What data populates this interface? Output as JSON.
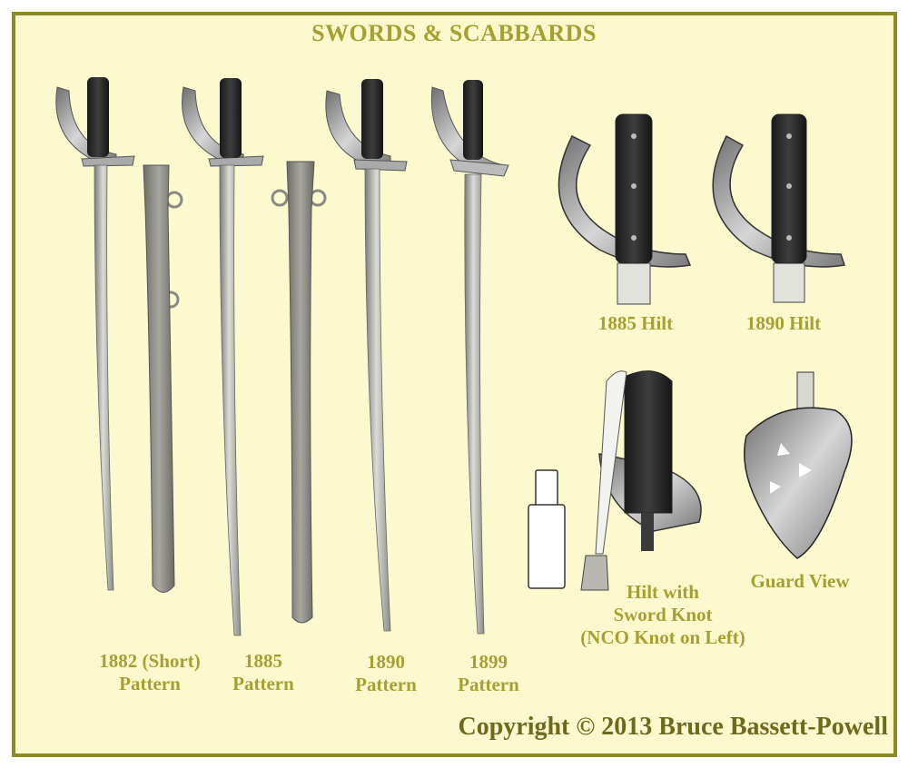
{
  "title": "SWORDS & SCABBARDS",
  "swords": [
    {
      "line1": "1882 (Short)",
      "line2": "Pattern"
    },
    {
      "line1": "1885",
      "line2": "Pattern"
    },
    {
      "line1": "1890",
      "line2": "Pattern"
    },
    {
      "line1": "1899",
      "line2": "Pattern"
    }
  ],
  "hilts": {
    "h1885": "1885 Hilt",
    "h1890": "1890 Hilt",
    "knot_line1": "Hilt with",
    "knot_line2": "Sword Knot",
    "knot_line3": "(NCO Knot on Left)",
    "guard": "Guard View"
  },
  "copyright": "Copyright © 2013 Bruce Bassett-Powell",
  "colors": {
    "background": "#fdf9cf",
    "border": "#8c8a22",
    "label": "#a5a131",
    "copyright": "#6d6a1e"
  }
}
